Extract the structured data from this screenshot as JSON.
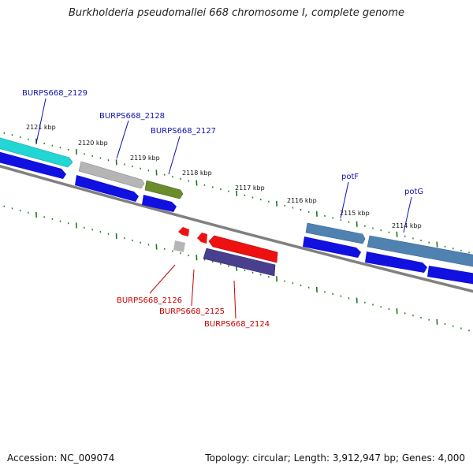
{
  "title": "Burkholderia pseudomallei 668 chromosome I, complete genome",
  "footer": {
    "accession": "Accession: NC_009074",
    "stats": "Topology: circular; Length: 3,912,947 bp; Genes: 4,000"
  },
  "kbp_ticks": [
    "2121 kbp",
    "2120 kbp",
    "2119 kbp",
    "2118 kbp",
    "2117 kbp",
    "2116 kbp",
    "2115 kbp",
    "2114 kbp"
  ],
  "gene_labels": {
    "forward": [
      "BURPS668_2129",
      "BURPS668_2128",
      "BURPS668_2127",
      "potF",
      "potG"
    ],
    "reverse": [
      "BURPS668_2126",
      "BURPS668_2125",
      "BURPS668_2124"
    ]
  },
  "colors": {
    "backbone": "#808080",
    "tick": "#1a7a1a",
    "cds": "#1010e0",
    "forward_label": "#1010b0",
    "reverse_label": "#cc0000",
    "cyan_gene": "#22d6d6",
    "gray_gene": "#b5b5b5",
    "olive_gene": "#6a8c2a",
    "steel_gene": "#4f82b0",
    "red_gene": "#ee1111",
    "purple_gene": "#4a3f8f"
  }
}
